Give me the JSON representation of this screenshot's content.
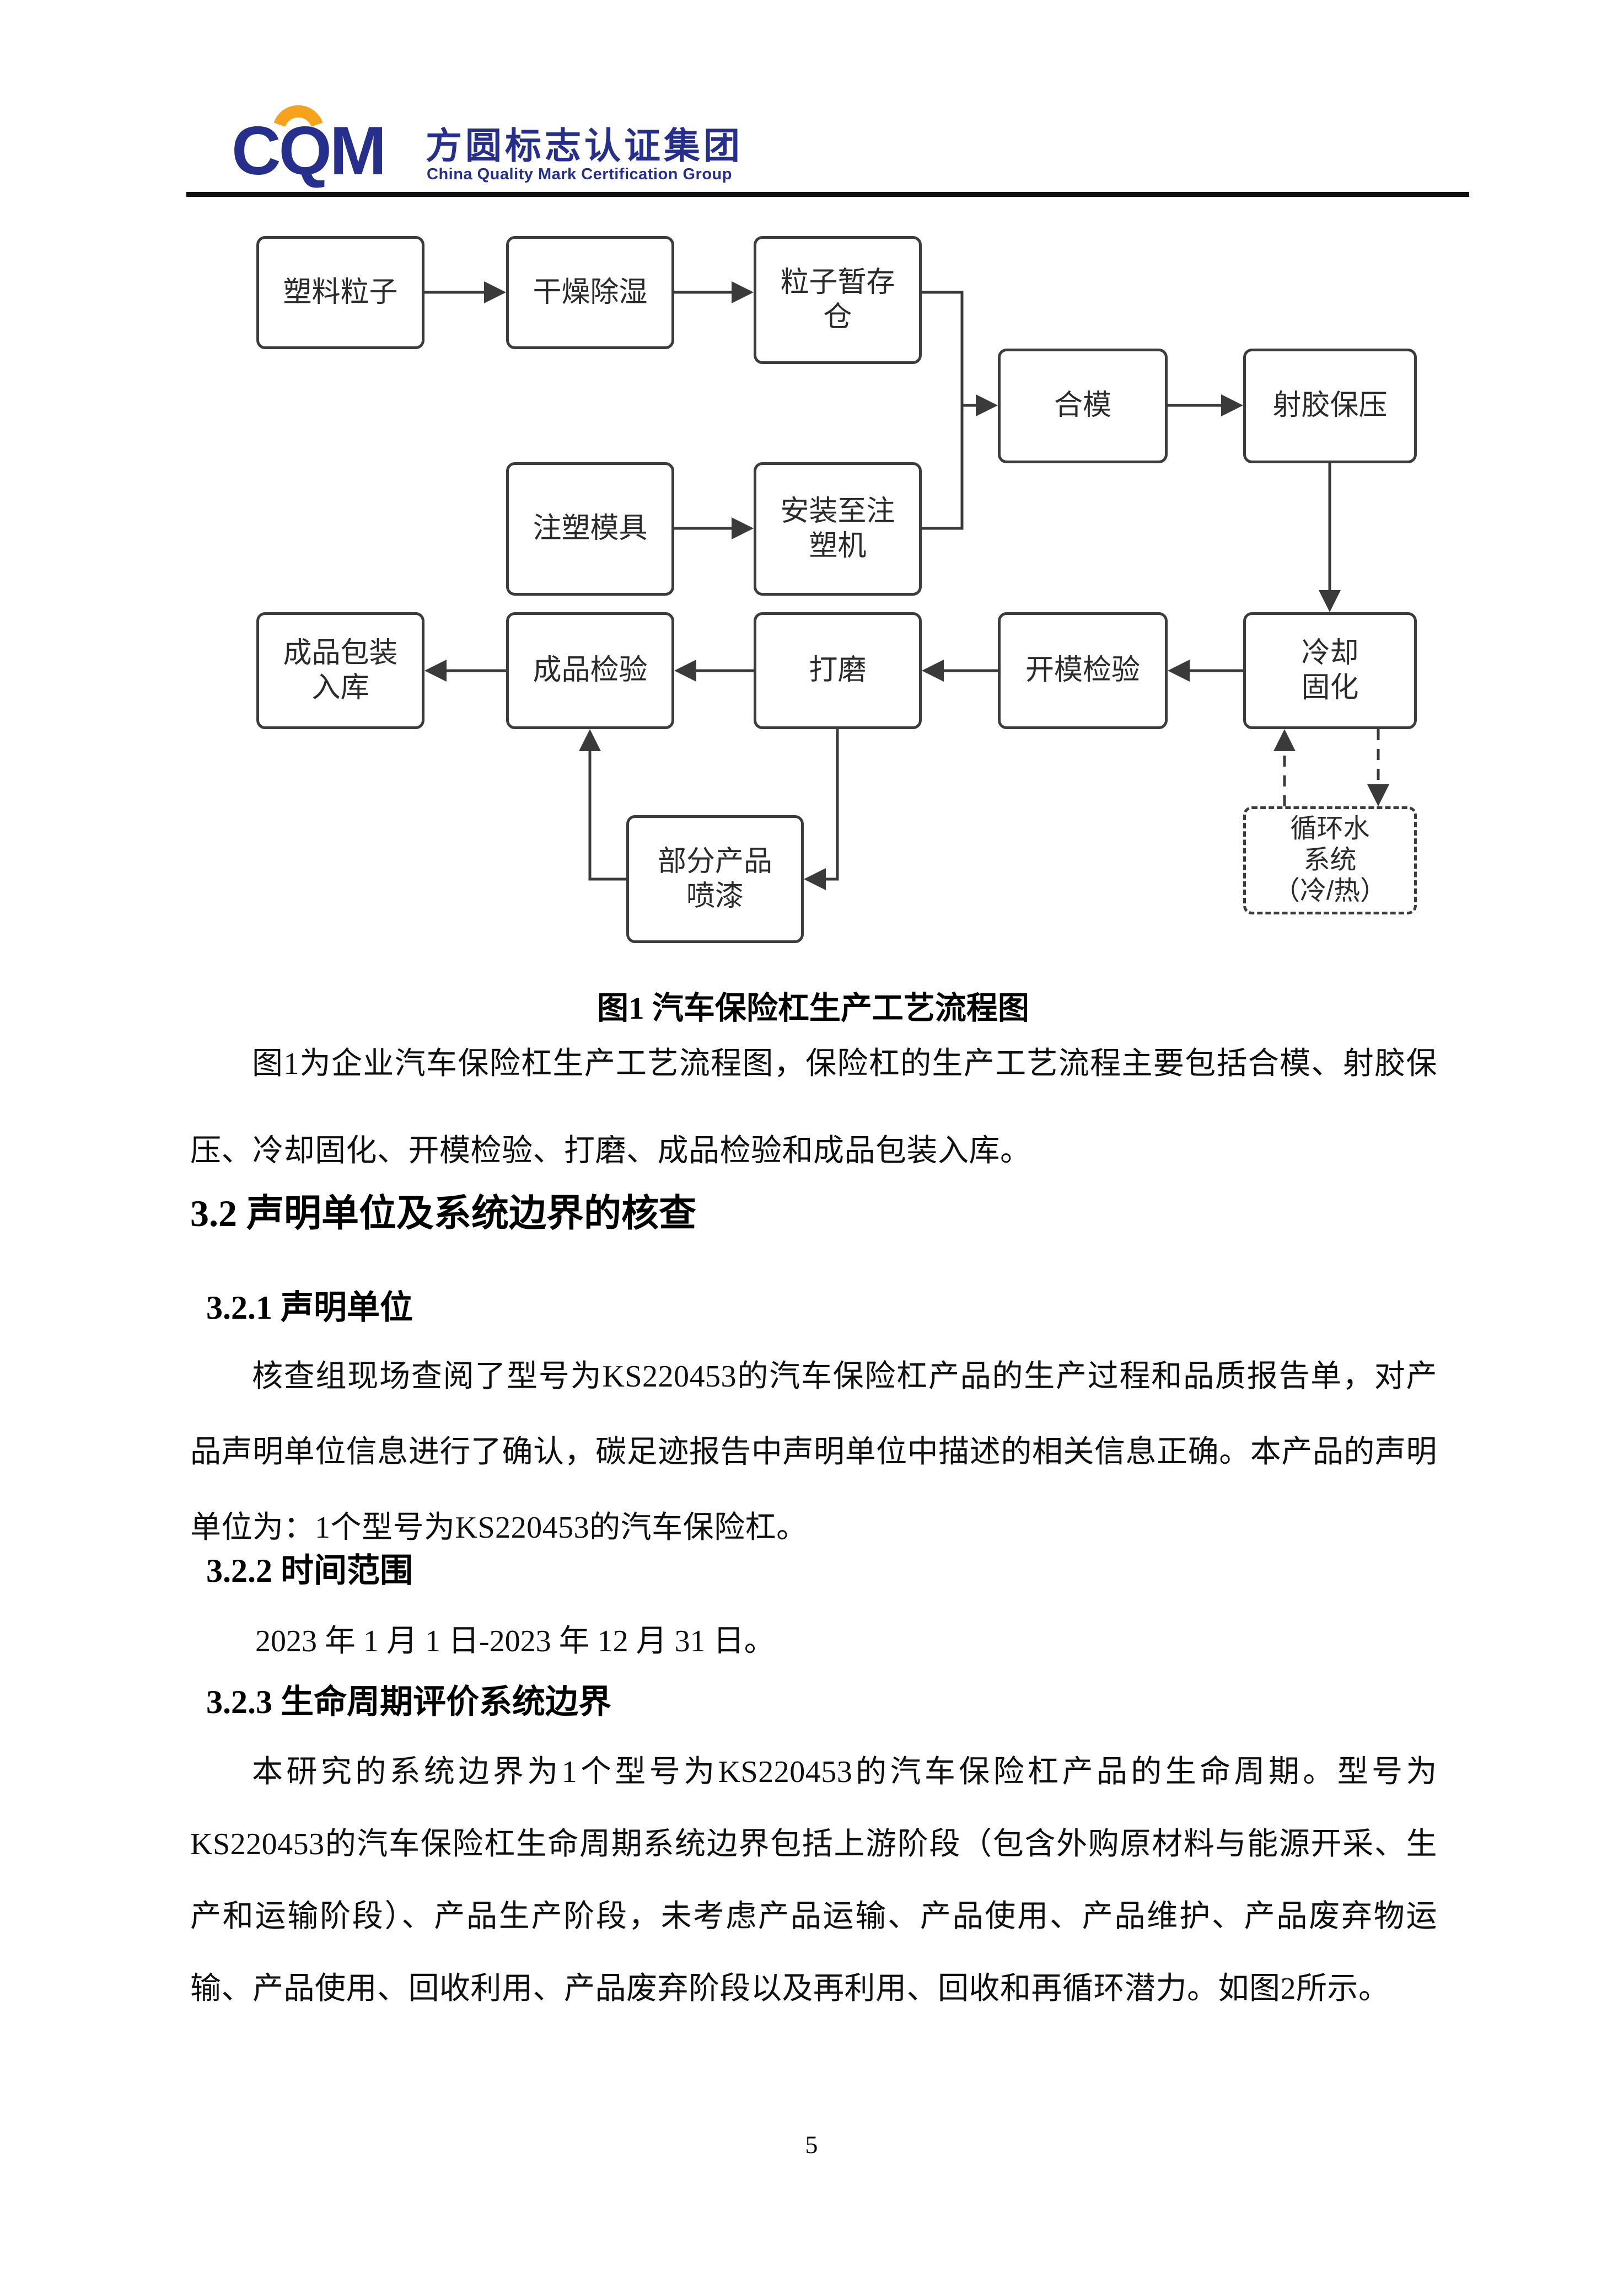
{
  "header": {
    "logo_acronym": "CQM",
    "logo_cn": "方圆标志认证集团",
    "logo_en": "China Quality Mark Certification Group",
    "brand_blue": "#262F8C",
    "brand_orange": "#F7A21C"
  },
  "figure": {
    "caption": "图1 汽车保险杠生产工艺流程图",
    "description": "图1为企业汽车保险杠生产工艺流程图，保险杠的生产工艺流程主要包括合模、射胶保压、冷却固化、开模检验、打磨、成品检验和成品包装入库。",
    "nodes": {
      "plastic_pellets": "塑料粒子",
      "drying": "干燥除湿",
      "pellet_silo": "粒子暂存\n仓",
      "injection_mold": "注塑模具",
      "mount_to_machine": "安装至注\n塑机",
      "mold_clamping": "合模",
      "injection_holding": "射胶保压",
      "cooling_solidify": "冷却\n固化",
      "mold_open_inspect": "开模检验",
      "grinding": "打磨",
      "final_inspection": "成品检验",
      "packing_warehouse": "成品包装\n入库",
      "partial_painting": "部分产品\n喷漆",
      "circulating_water": "循环水\n系统\n（冷/热）"
    },
    "edges": [
      {
        "from": "plastic_pellets",
        "to": "drying",
        "style": "solid"
      },
      {
        "from": "drying",
        "to": "pellet_silo",
        "style": "solid"
      },
      {
        "from": "pellet_silo",
        "to": "mold_clamping",
        "style": "solid"
      },
      {
        "from": "injection_mold",
        "to": "mount_to_machine",
        "style": "solid"
      },
      {
        "from": "mount_to_machine",
        "to": "mold_clamping",
        "style": "solid"
      },
      {
        "from": "mold_clamping",
        "to": "injection_holding",
        "style": "solid"
      },
      {
        "from": "injection_holding",
        "to": "cooling_solidify",
        "style": "solid"
      },
      {
        "from": "cooling_solidify",
        "to": "mold_open_inspect",
        "style": "solid"
      },
      {
        "from": "mold_open_inspect",
        "to": "grinding",
        "style": "solid"
      },
      {
        "from": "grinding",
        "to": "final_inspection",
        "style": "solid"
      },
      {
        "from": "final_inspection",
        "to": "packing_warehouse",
        "style": "solid"
      },
      {
        "from": "grinding",
        "to": "partial_painting",
        "style": "solid"
      },
      {
        "from": "partial_painting",
        "to": "final_inspection",
        "style": "solid"
      },
      {
        "from": "circulating_water",
        "to": "cooling_solidify",
        "style": "dashed"
      },
      {
        "from": "cooling_solidify",
        "to": "circulating_water",
        "style": "dashed"
      }
    ]
  },
  "sections": {
    "s32": {
      "heading": "3.2 声明单位及系统边界的核查"
    },
    "s321": {
      "heading": "3.2.1 声明单位",
      "body": "核查组现场查阅了型号为KS220453的汽车保险杠产品的生产过程和品质报告单，对产品声明单位信息进行了确认，碳足迹报告中声明单位中描述的相关信息正确。本产品的声明单位为：1个型号为KS220453的汽车保险杠。"
    },
    "s322": {
      "heading": "3.2.2 时间范围",
      "body": "2023 年 1 月 1 日-2023 年 12 月 31 日。"
    },
    "s323": {
      "heading": "3.2.3 生命周期评价系统边界",
      "body": "本研究的系统边界为1个型号为KS220453的汽车保险杠产品的生命周期。型号为KS220453的汽车保险杠生命周期系统边界包括上游阶段（包含外购原材料与能源开采、生产和运输阶段）、产品生产阶段，未考虑产品运输、产品使用、产品维护、产品废弃物运输、产品使用、回收利用、产品废弃阶段以及再利用、回收和再循环潜力。如图2所示。"
    }
  },
  "page_number": "5"
}
